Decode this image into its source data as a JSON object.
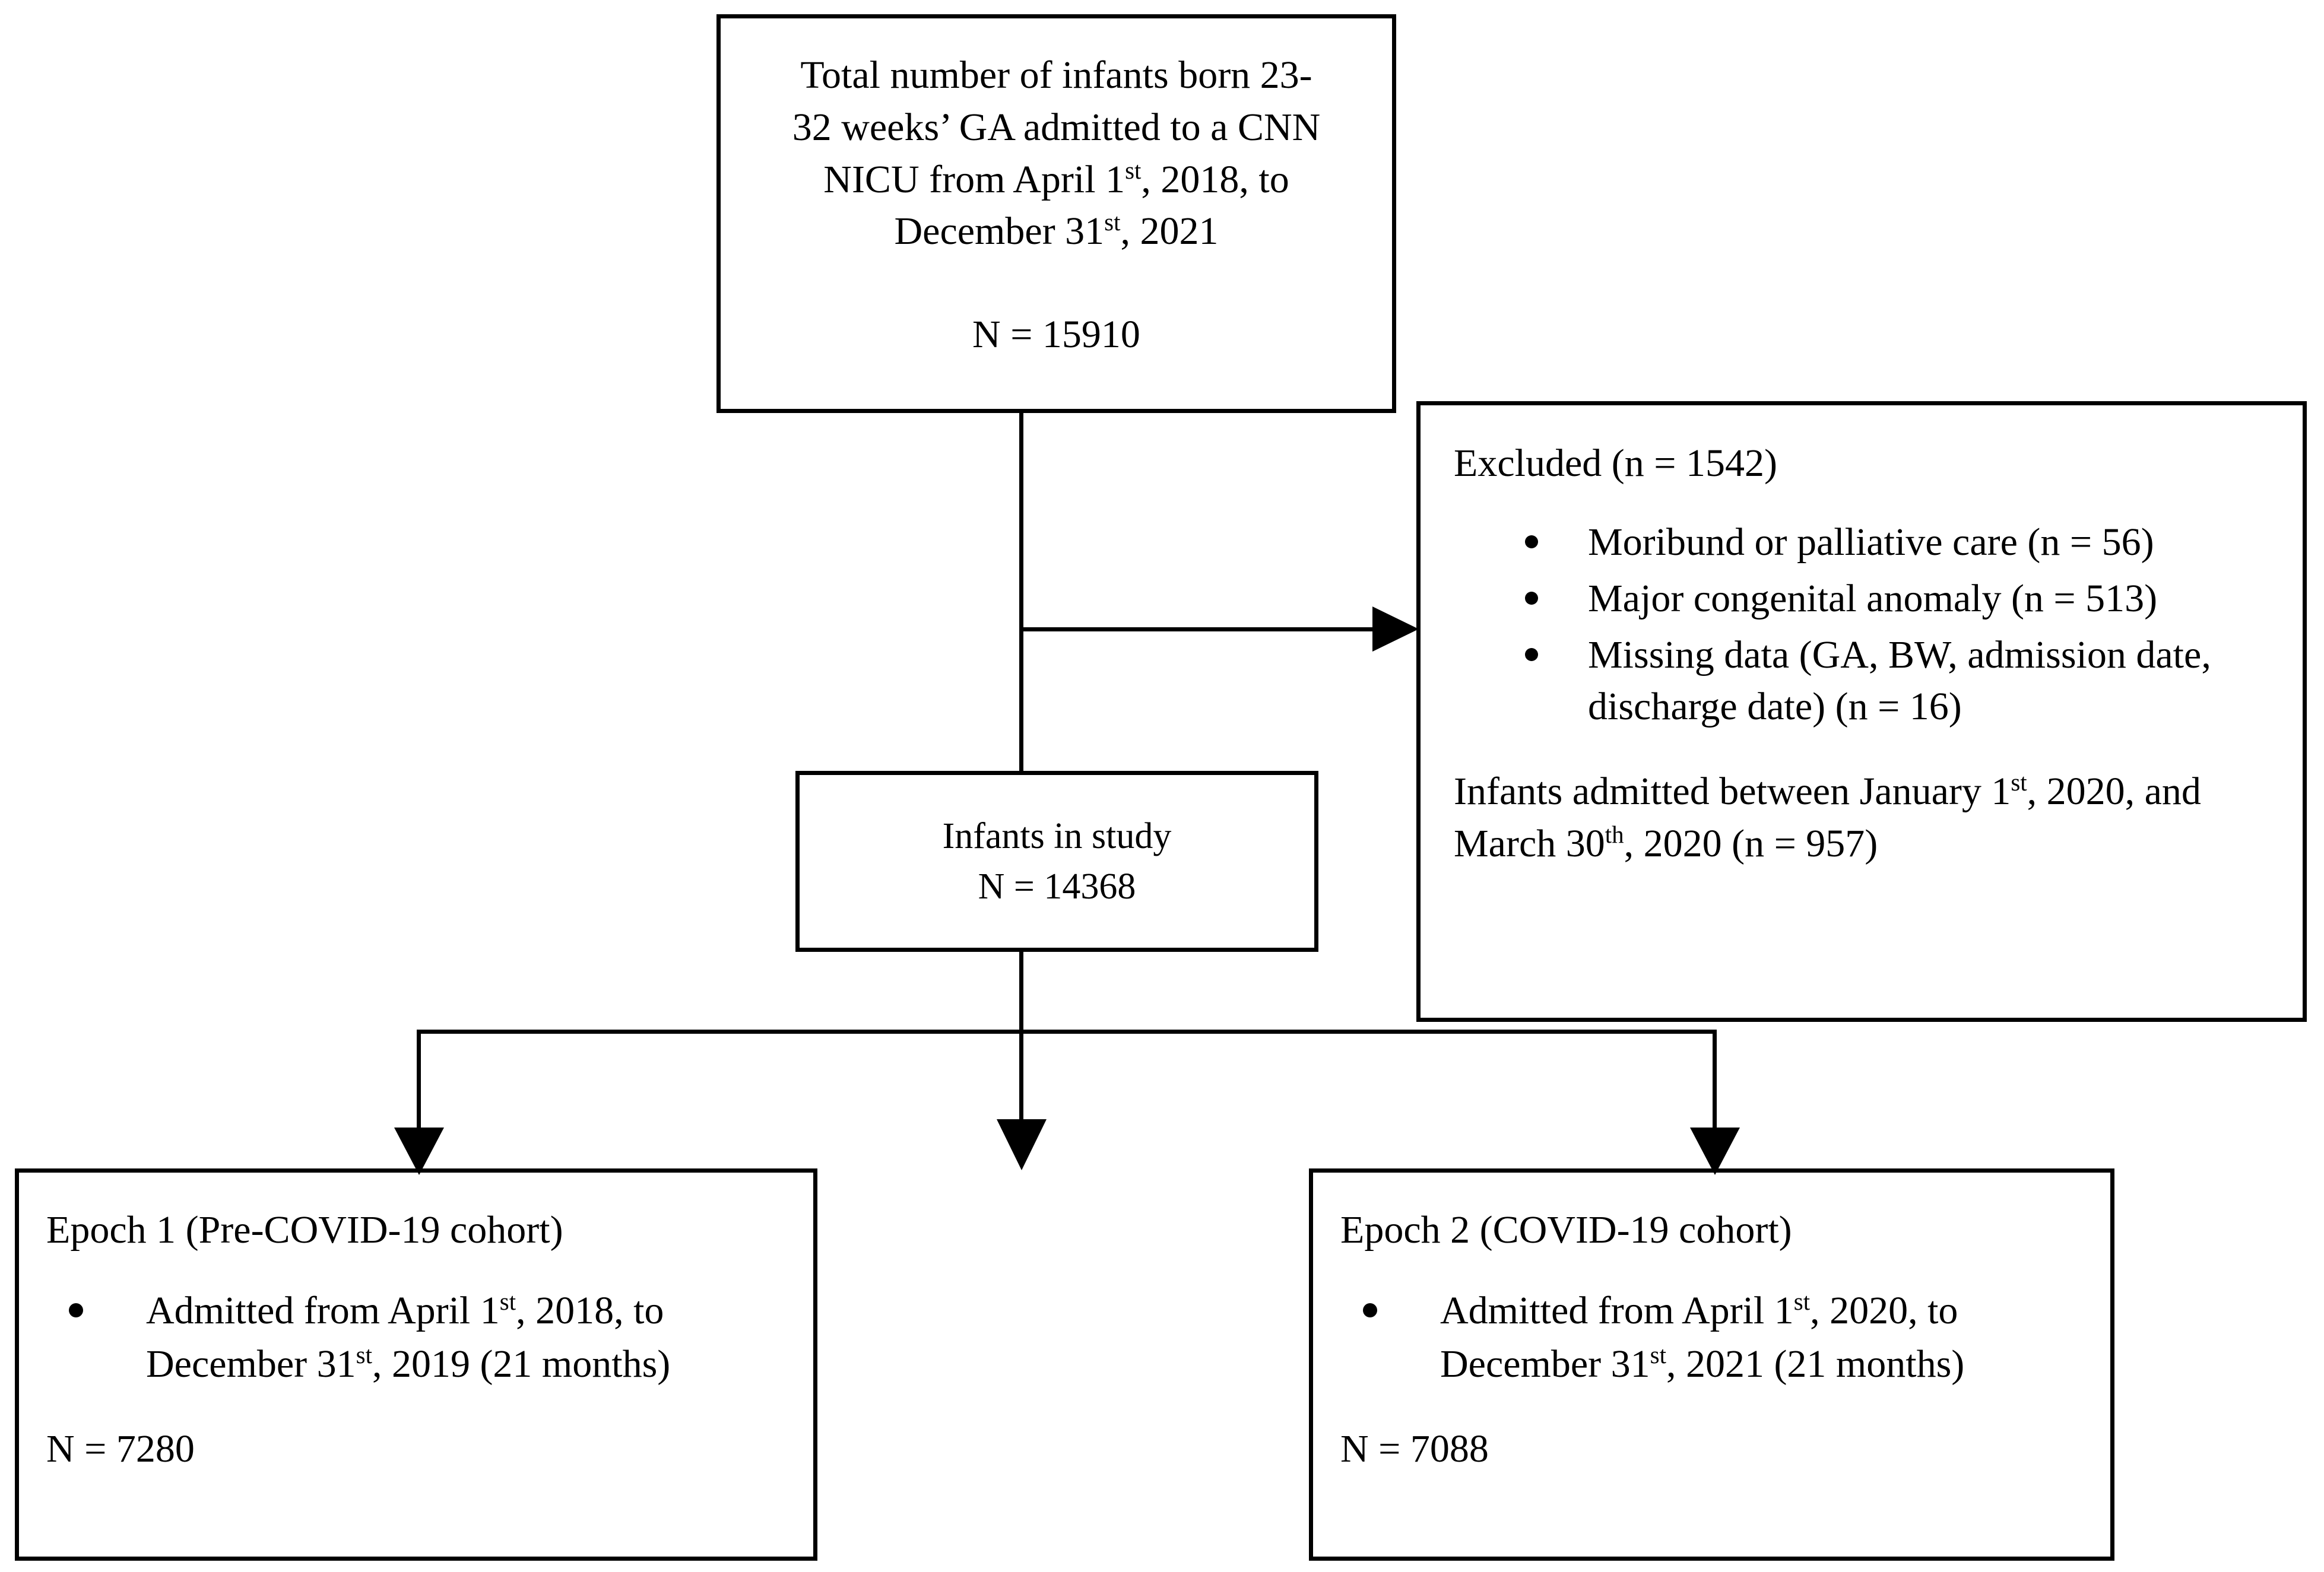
{
  "diagram": {
    "type": "study-flow-diagram",
    "border_color": "#000000",
    "background_color": "#ffffff",
    "text_color": "#000000"
  },
  "total_box": {
    "line1": "Total number of infants born 23-",
    "line2": "32 weeks’ GA admitted to a CNN",
    "line3_a": "NICU from April 1",
    "line3_sup": "st",
    "line3_b": ", 2018, to",
    "line4_a": "December 31",
    "line4_sup": "st",
    "line4_b": ", 2021",
    "count": "N = 15910"
  },
  "excluded_box": {
    "heading": "Excluded (n = 1542)",
    "items": [
      "Moribund or palliative care (n = 56)",
      "Major congenital anomaly (n = 513)",
      "Missing data (GA, BW, admission date, discharge date) (n = 16)"
    ],
    "footnote_a": "Infants admitted between January 1",
    "footnote_sup1": "st",
    "footnote_b": ", 2020, and March 30",
    "footnote_sup2": "th",
    "footnote_c": ", 2020 (n = 957)"
  },
  "study_box": {
    "label": "Infants in study",
    "count": "N = 14368"
  },
  "epoch1_box": {
    "heading": "Epoch 1 (Pre-COVID-19 cohort)",
    "bullet_a": "Admitted from April 1",
    "bullet_sup1": "st",
    "bullet_b": ", 2018, to December 31",
    "bullet_sup2": "st",
    "bullet_c": ", 2019 (21 months)",
    "count": "N = 7280"
  },
  "epoch2_box": {
    "heading": "Epoch 2 (COVID-19 cohort)",
    "bullet_a": "Admitted from April 1",
    "bullet_sup1": "st",
    "bullet_b": ", 2020, to December 31",
    "bullet_sup2": "st",
    "bullet_c": ", 2021 (21 months)",
    "count": "N = 7088"
  },
  "connectors": {
    "total_to_study": "vertical-line",
    "total_to_excluded": "right-arrow",
    "study_to_split": "down-arrow",
    "split_to_epoch1": "down-arrow",
    "split_to_epoch2": "down-arrow"
  }
}
